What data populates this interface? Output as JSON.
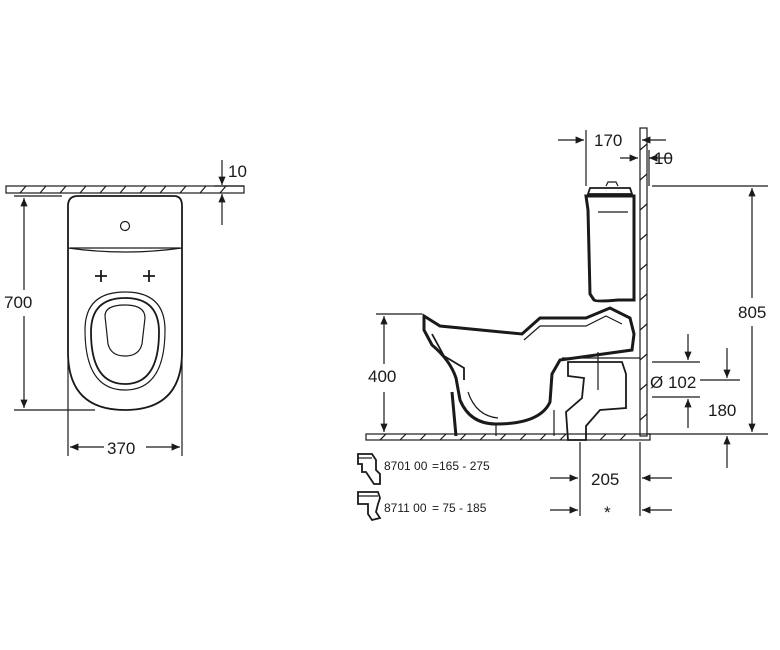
{
  "top_view": {
    "wall_offset": "10",
    "depth": "700",
    "width": "370"
  },
  "side_view": {
    "cistern_depth": "170",
    "wall_offset": "10",
    "total_height": "805",
    "seat_height": "400",
    "outlet_diameter": "Ø 102",
    "outlet_height": "180",
    "outlet_distance": "205",
    "asterisk": "*"
  },
  "fittings": [
    {
      "code": "8701 00",
      "range": "=165 -  275",
      "icon": "bend-connector-icon"
    },
    {
      "code": "8711 00",
      "range": "= 75 -   185",
      "icon": "offset-connector-icon"
    }
  ]
}
